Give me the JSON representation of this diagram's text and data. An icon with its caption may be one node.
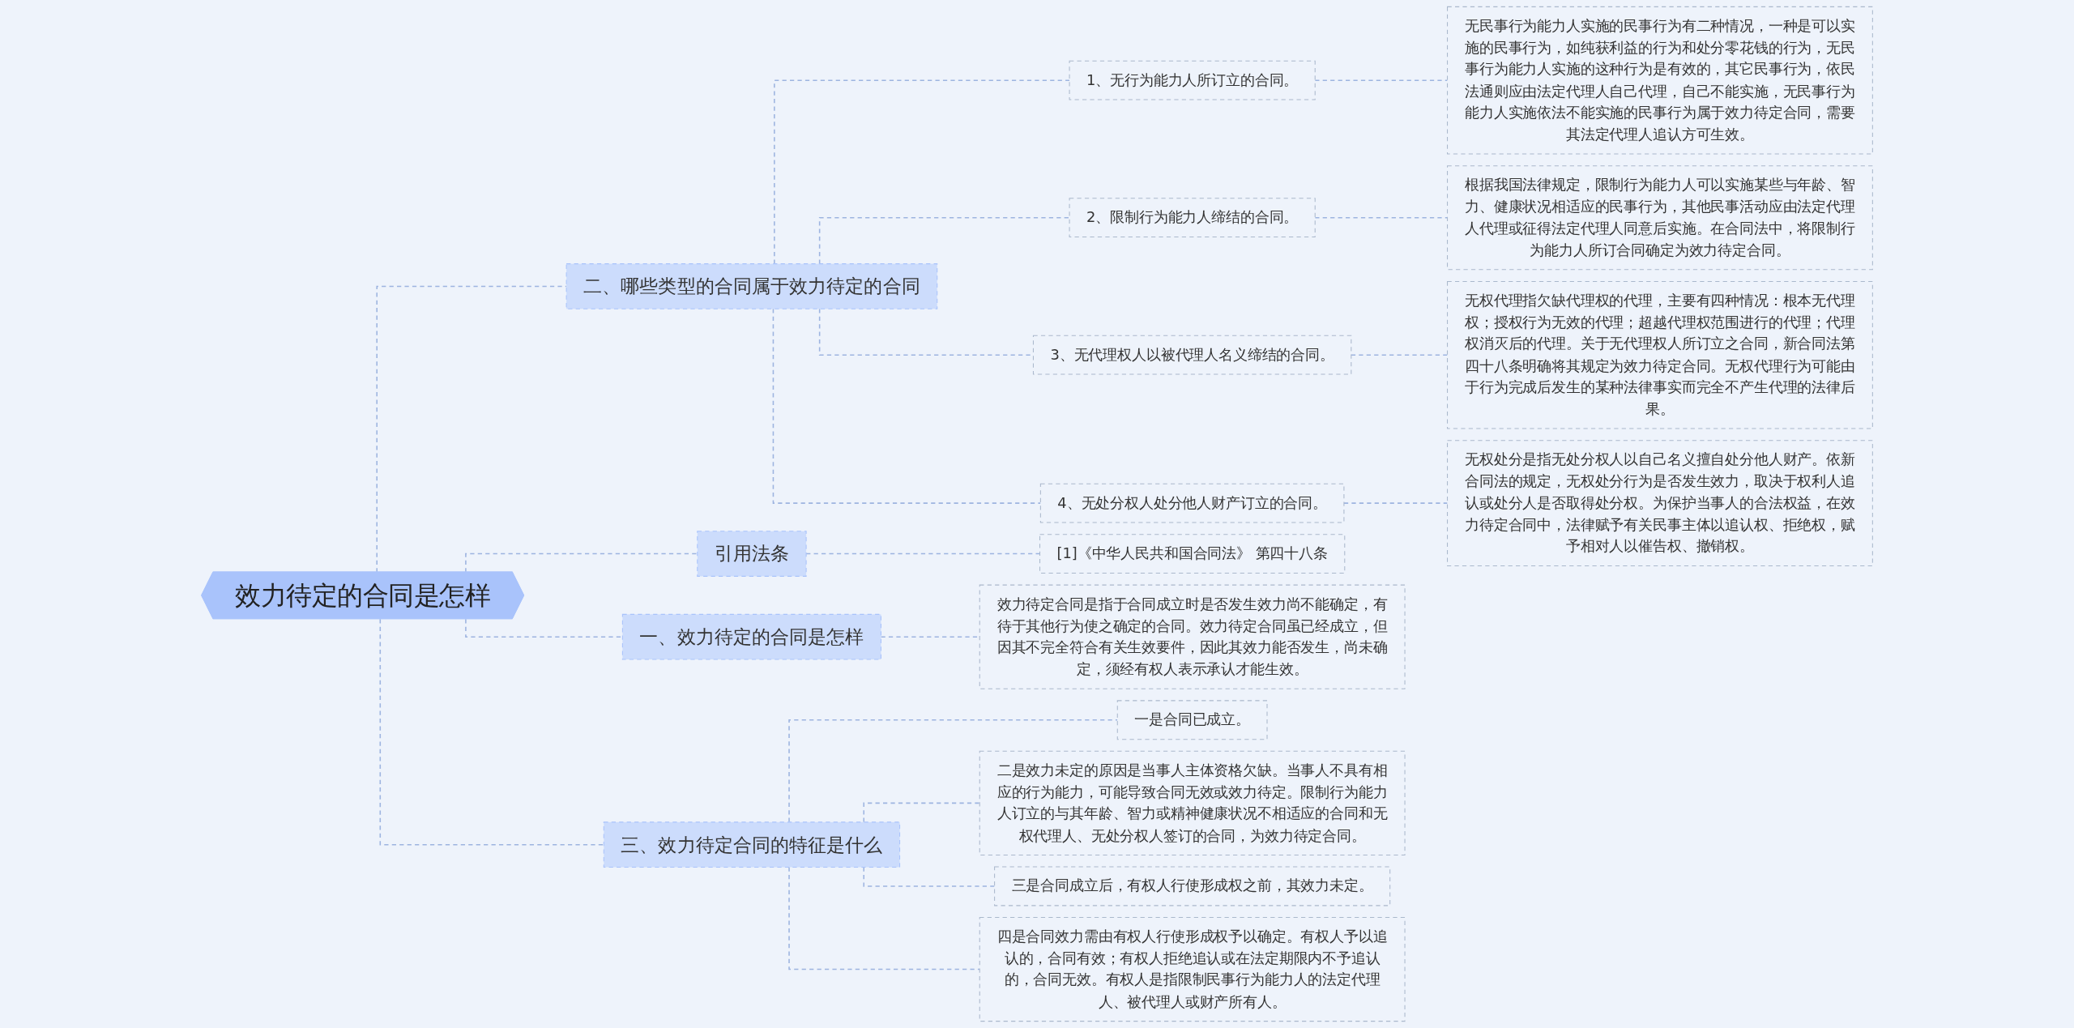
{
  "diagram": {
    "nodes": [
      {
        "text": [
          "效力待定的合同是怎样"
        ]
      },
      {
        "text": [
          "二、哪些类型的合同属于效力待定的合同"
        ]
      },
      {
        "text": [
          "1、无行为能力人所订立的合同。"
        ]
      },
      {
        "text": [
          "无民事行为能力人实施的民事行为有二种情况，一种是可以实施的民事行为，如纯获利益的行为和处分零花钱的行为，无民事行为能力人实施的这种行为是有效的，其它民事行为，依民法通则应由法定代理人自己代理，自己不能实施，无民事行为能力人实施依法不能实施的民事行为属于效力待定合同，需要其法定代理人追认方可生效。"
        ]
      },
      {
        "text": [
          "2、限制行为能力人缔结的合同。"
        ]
      },
      {
        "text": [
          "根据我国法律规定，限制行为能力人可以实施某些与年龄、智力、健康状况相适应的民事行为，其他民事活动应由法定代理人代理或征得法定代理人同意后实施。在合同法中，将限制行为能力人所订合同确定为效力待定合同。"
        ]
      },
      {
        "text": [
          "3、无代理权人以被代理人名义缔结的合同。"
        ]
      },
      {
        "text": [
          "无权代理指欠缺代理权的代理，主要有四种情况：根本无代理权；授权行为无效的代理；超越代理权范围进行的代理；代理权消灭后的代理。关于无代理权人所订立之合同，新合同法第四十八条明确将其规定为效力待定合同。无权代理行为可能由于行为完成后发生的某种法律事实而完全不产生代理的法律后果。"
        ]
      },
      {
        "text": [
          "4、无处分权人处分他人财产订立的合同。"
        ]
      },
      {
        "text": [
          "无权处分是指无处分权人以自己名义擅自处分他人财产。依新合同法的规定，无权处分行为是否发生效力，取决于权利人追认或处分人是否取得处分权。为保护当事人的合法权益，在效力待定合同中，法律赋予有关民事主体以追认权、拒绝权，赋予相对人以催告权、撤销权。"
        ]
      },
      {
        "text": [
          "引用法条"
        ]
      },
      {
        "text": [
          "[1]《中华人民共和国合同法》 第四十八条"
        ]
      },
      {
        "text": [
          "一、效力待定的合同是怎样"
        ]
      },
      {
        "text": [
          "效力待定合同是指于合同成立时是否发生效力尚不能确定，有待于其他行为使之确定的合同。效力待定合同虽已经成立，但因其不完全符合有关生效要件，因此其效力能否发生，尚未确定，须经有权人表示承认才能生效。"
        ]
      },
      {
        "text": [
          "三、效力待定合同的特征是什么"
        ]
      },
      {
        "text": [
          "一是合同已成立。"
        ]
      },
      {
        "text": [
          "二是效力未定的原因是当事人主体资格欠缺。当事人不具有相应的行为能力，可能导致合同无效或效力待定。限制行为能力人订立的与其年龄、智力或精神健康状况不相适应的合同和无权代理人、无处分权人签订的合同，为效力待定合同。"
        ]
      },
      {
        "text": [
          "三是合同成立后，有权人行使形成权之前，其效力未定。"
        ]
      },
      {
        "text": [
          "四是合同效力需由有权人行使形成权予以确定。有权人予以追认的，合同有效；有权人拒绝追认或在法定期限内不予追认的，合同无效。有权人是指限制民事行为能力人的法定代理人、被代理人或财产所有人。"
        ]
      }
    ],
    "edges": [
      {
        "from": 0,
        "to": 1,
        "arrow": "none"
      },
      {
        "from": 1,
        "to": 2,
        "arrow": "none"
      },
      {
        "from": 2,
        "to": 3,
        "arrow": "none"
      },
      {
        "from": 1,
        "to": 4,
        "arrow": "none"
      },
      {
        "from": 4,
        "to": 5,
        "arrow": "none"
      },
      {
        "from": 1,
        "to": 6,
        "arrow": "none"
      },
      {
        "from": 6,
        "to": 7,
        "arrow": "none"
      },
      {
        "from": 1,
        "to": 8,
        "arrow": "none"
      },
      {
        "from": 8,
        "to": 9,
        "arrow": "none"
      },
      {
        "from": 0,
        "to": 10,
        "arrow": "none"
      },
      {
        "from": 10,
        "to": 11,
        "arrow": "none"
      },
      {
        "from": 0,
        "to": 12,
        "arrow": "none"
      },
      {
        "from": 12,
        "to": 13,
        "arrow": "none"
      },
      {
        "from": 0,
        "to": 14,
        "arrow": "none"
      },
      {
        "from": 14,
        "to": 15,
        "arrow": "none"
      },
      {
        "from": 14,
        "to": 16,
        "arrow": "none"
      },
      {
        "from": 14,
        "to": 17,
        "arrow": "none"
      },
      {
        "from": 14,
        "to": 18,
        "arrow": "none"
      }
    ]
  }
}
